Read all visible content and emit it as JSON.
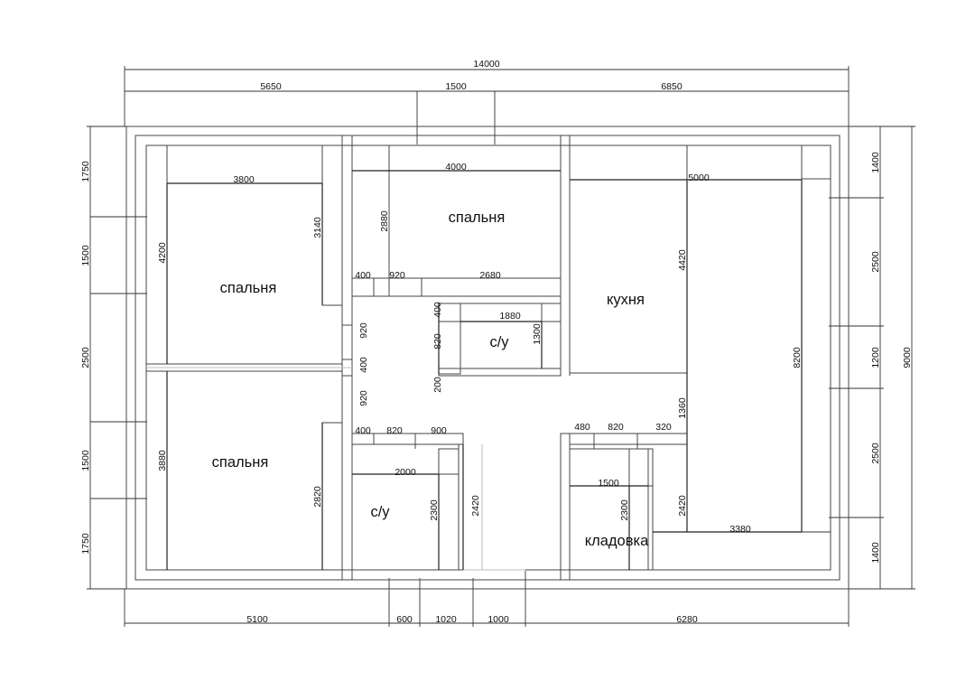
{
  "rooms": {
    "bedroom_topleft": "спальня",
    "bedroom_topcenter": "спальня",
    "bedroom_bottomleft": "спальня",
    "kitchen": "кухня",
    "bathroom_center": "с/у",
    "bathroom_bottom": "с/у",
    "pantry": "кладовка"
  },
  "dims": {
    "total_width": "14000",
    "top_left": "5650",
    "top_mid": "1500",
    "top_right": "6850",
    "bottom_1": "5100",
    "bottom_2": "600",
    "bottom_3": "1020",
    "bottom_4": "1000",
    "bottom_5": "6280",
    "left_1": "1750",
    "left_2": "1500",
    "left_3": "2500",
    "left_4": "1500",
    "left_5": "1750",
    "right_1": "1400",
    "right_2": "2500",
    "right_3": "1200",
    "right_4": "2500",
    "right_5": "1400",
    "total_height": "9000",
    "bed_tl_width": "3800",
    "bed_tl_height": "4200",
    "bed_tl_inner": "3140",
    "bed_tc_width": "4000",
    "bed_tc_height": "2880",
    "hall_400a": "400",
    "hall_920a": "920",
    "hall_2680": "2680",
    "kitchen_width": "5000",
    "kitchen_height": "4420",
    "kitchen_total": "8200",
    "bath_c_width": "1880",
    "bath_c_height": "1300",
    "bath_c_400": "400",
    "bath_c_820": "820",
    "bath_c_200": "200",
    "hall_v_920a": "920",
    "hall_v_400": "400",
    "hall_v_920b": "920",
    "bed_bl_height": "3880",
    "bed_bl_inner": "2820",
    "bath_b_400": "400",
    "bath_b_820": "820",
    "bath_b_900": "900",
    "bath_b_width": "2000",
    "bath_b_height": "2300",
    "bath_b_outer": "2420",
    "pantry_480": "480",
    "pantry_820": "820",
    "pantry_320": "320",
    "pantry_1360": "1360",
    "pantry_width": "1500",
    "pantry_height": "2300",
    "pantry_outer": "2420",
    "bottomright_width": "3380"
  }
}
